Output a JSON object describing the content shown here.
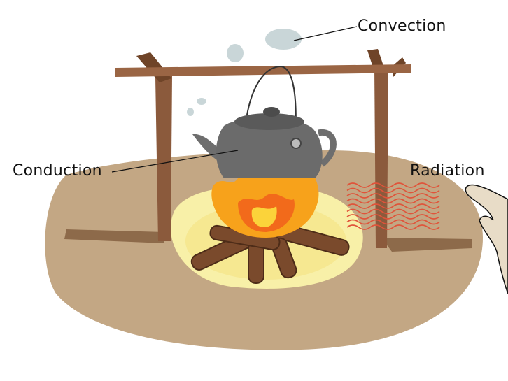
{
  "labels": {
    "convection": "Convection",
    "conduction": "Conduction",
    "radiation": "Radiation"
  },
  "colors": {
    "ground": "#c3a784",
    "wood": "#8b5a3c",
    "kettle": "#6e6e6e",
    "flame": "#f7a21b",
    "glow": "#f8f0a8",
    "waves": "#e0533a",
    "steam": "#c9d6d8"
  }
}
